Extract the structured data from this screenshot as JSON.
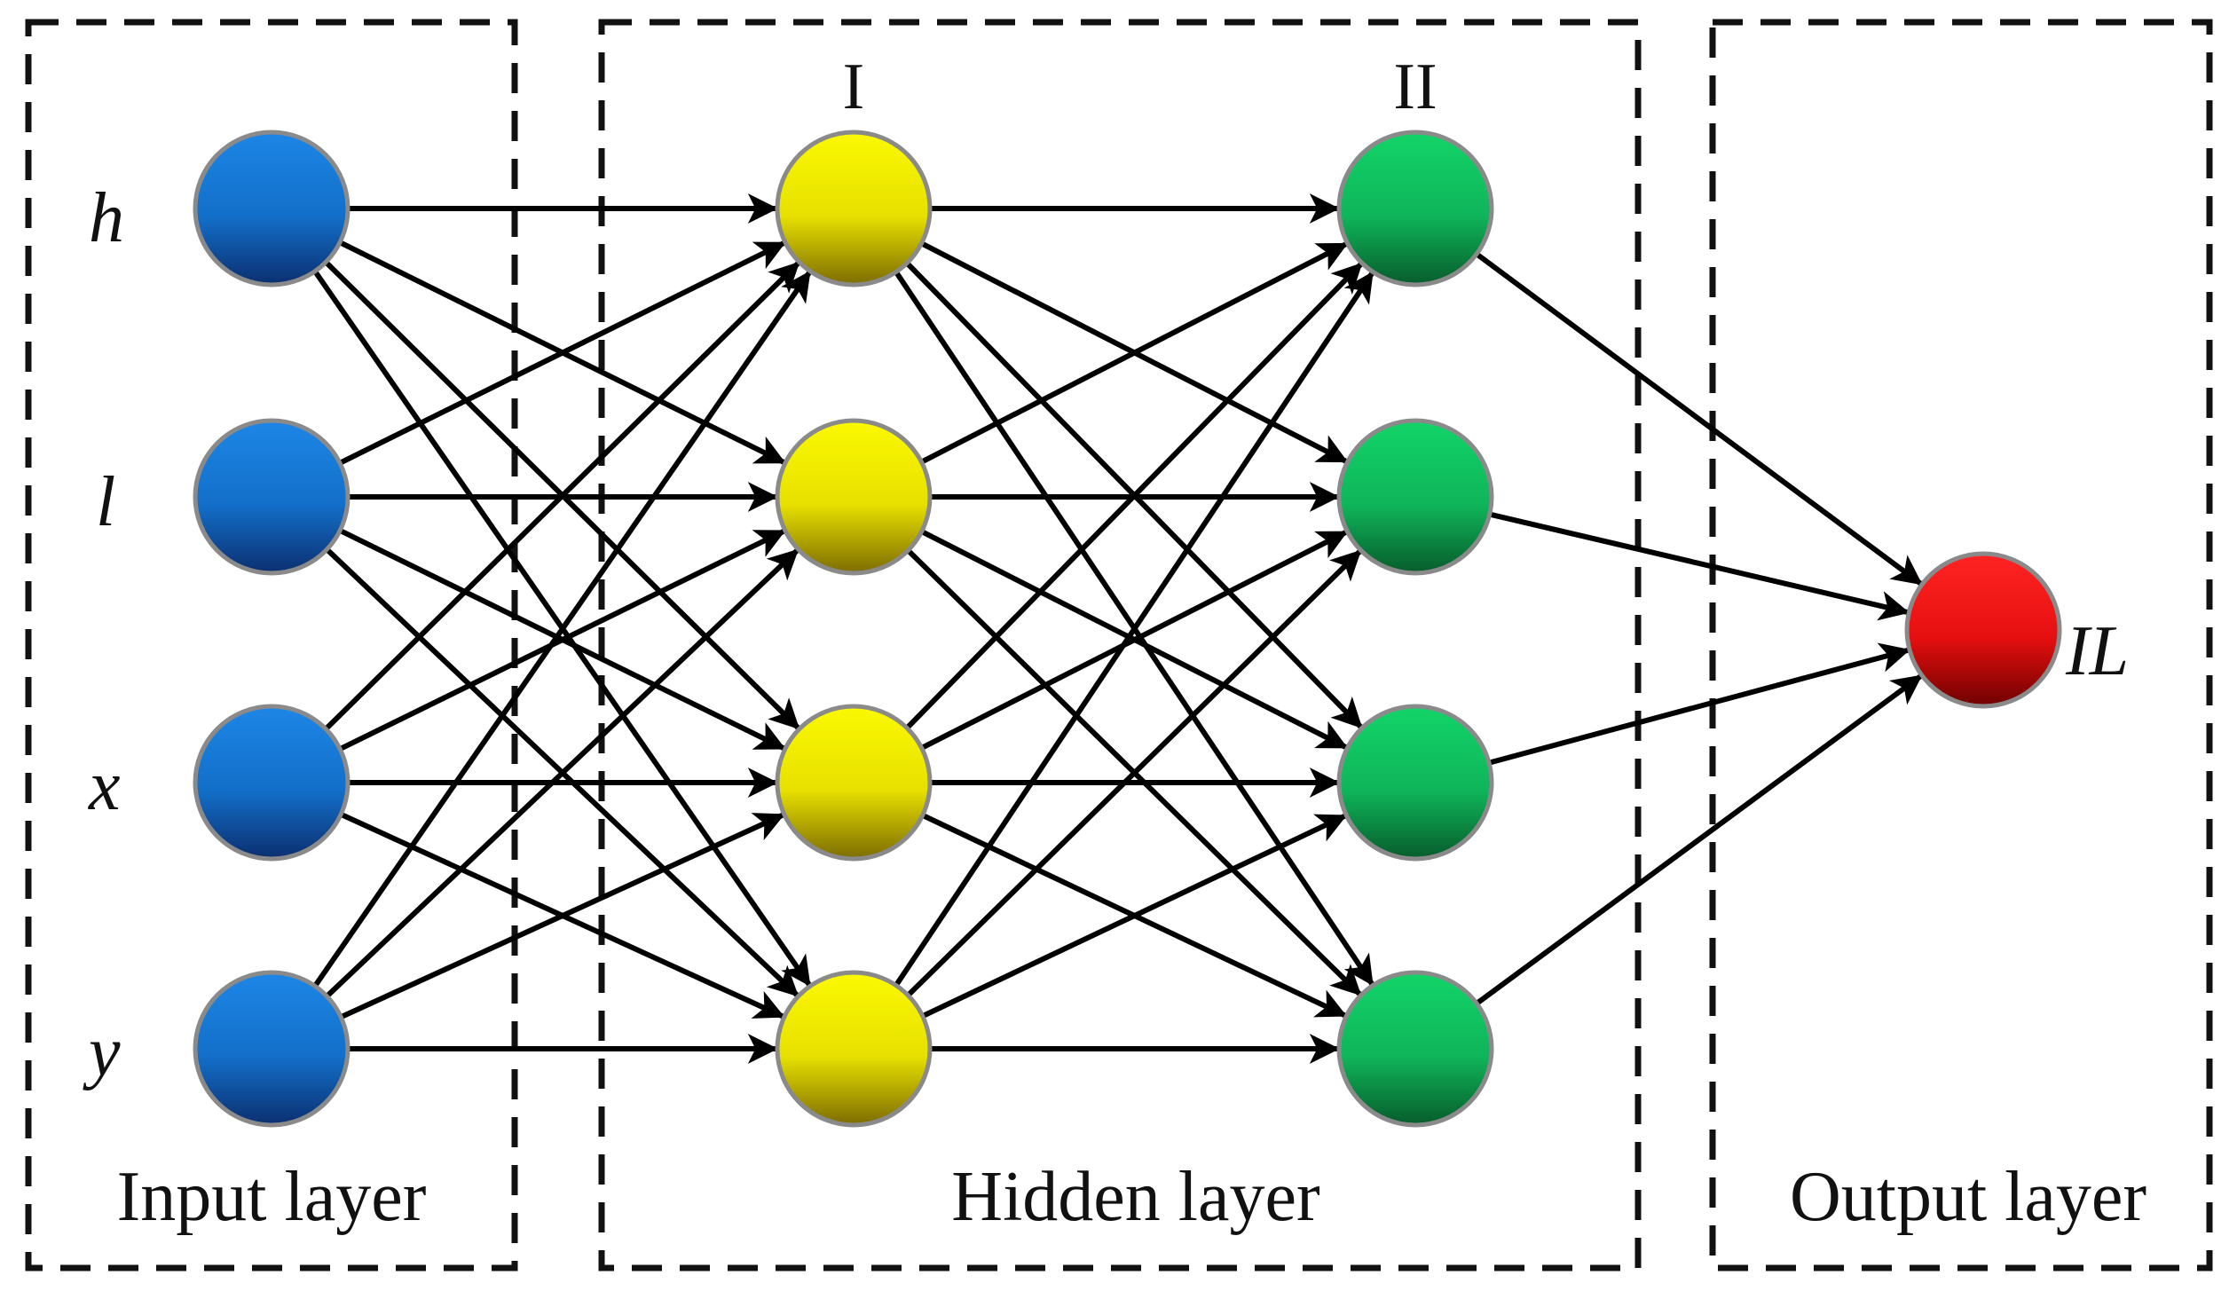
{
  "layers": {
    "input": {
      "label": "Input layer",
      "nodes": [
        "h",
        "l",
        "x",
        "y"
      ],
      "color": "#1a78d4"
    },
    "hidden": {
      "label": "Hidden layer",
      "sublayers": [
        {
          "label": "I",
          "count": 4,
          "color": "#f7f200"
        },
        {
          "label": "II",
          "count": 4,
          "color": "#10c45c"
        }
      ]
    },
    "output": {
      "label": "Output layer",
      "nodes": [
        "IL"
      ],
      "color": "#ff1a1a"
    }
  },
  "connectivity": "fully-connected",
  "line_color": "#000000"
}
